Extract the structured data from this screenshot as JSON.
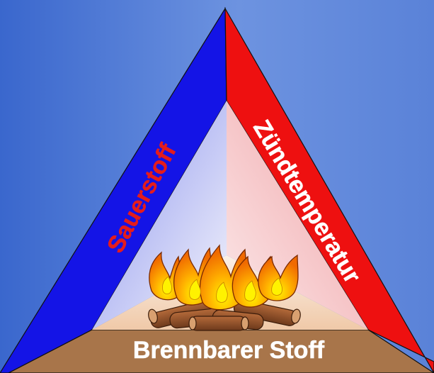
{
  "diagram": {
    "title": "",
    "sides": {
      "left": {
        "label": "Sauerstoff",
        "color": "#1414e6",
        "text_color": "#e51c1c"
      },
      "right": {
        "label": "Zündtemperatur",
        "color": "#ee1010",
        "text_color": "#ffffff"
      },
      "bottom": {
        "label": "Brennbarer Stoff",
        "color": "#a8754a",
        "text_color": "#ffffff"
      }
    },
    "background": {
      "color_left": "#3f6fd1",
      "color_right": "#6a90de"
    },
    "center_illustration": "campfire-icon"
  }
}
